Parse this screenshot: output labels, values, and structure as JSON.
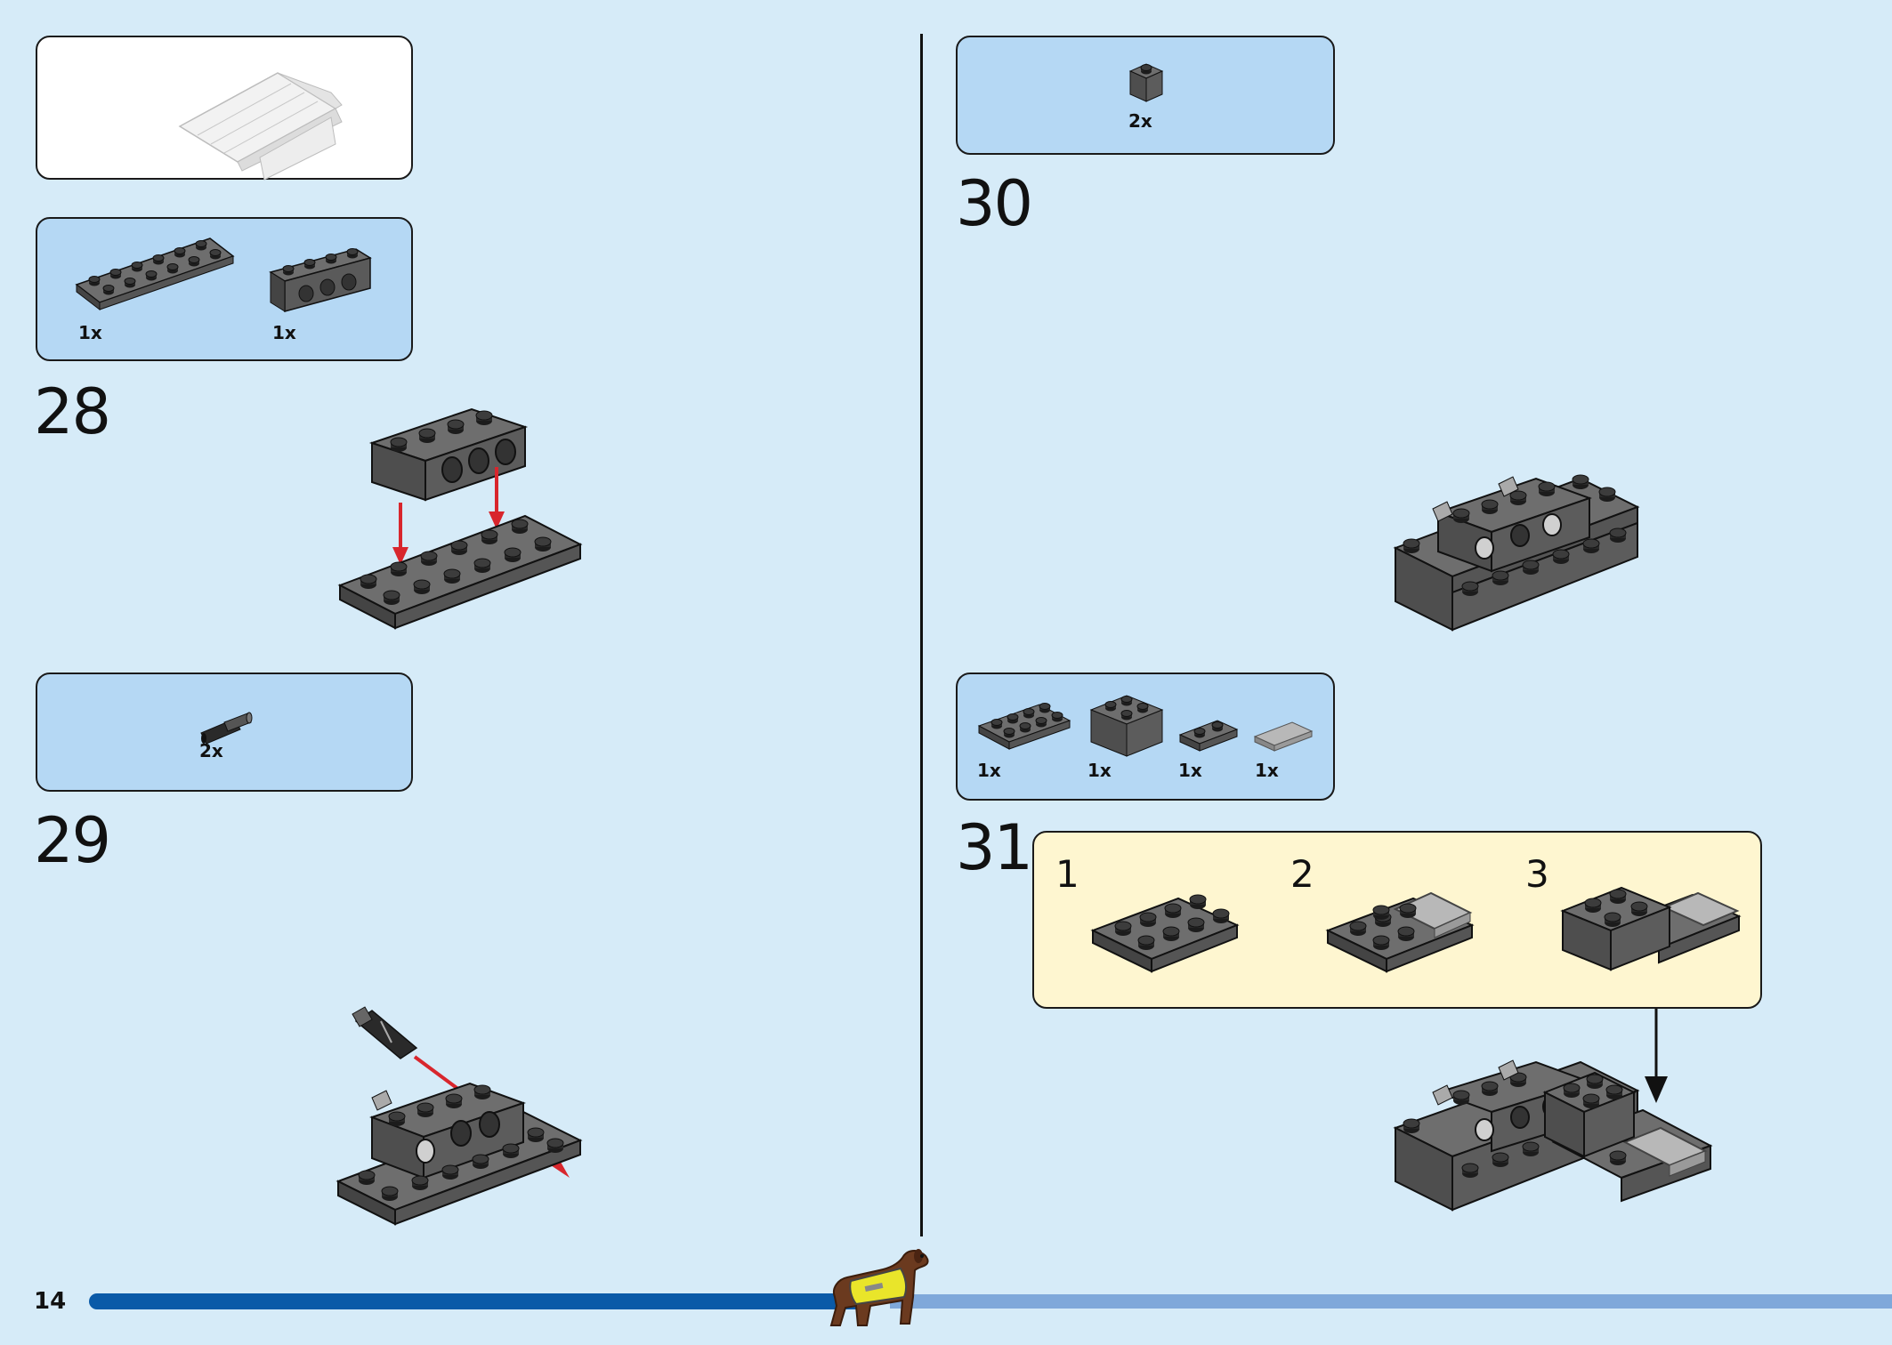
{
  "page": {
    "number": "14"
  },
  "steps": [
    {
      "number": "28",
      "parts": [
        {
          "qty": "1x",
          "part_icon": "plate-2x6-dark-gray"
        },
        {
          "qty": "1x",
          "part_icon": "technic-brick-1x4-dark-gray"
        }
      ]
    },
    {
      "number": "29",
      "parts": [
        {
          "qty": "2x",
          "part_icon": "technic-pin-black"
        }
      ]
    },
    {
      "number": "30",
      "parts": [
        {
          "qty": "2x",
          "part_icon": "brick-1x1-dark-gray"
        }
      ]
    },
    {
      "number": "31",
      "parts": [
        {
          "qty": "1x",
          "part_icon": "plate-2x4-dark-gray"
        },
        {
          "qty": "1x",
          "part_icon": "brick-2x2-dark-gray"
        },
        {
          "qty": "1x",
          "part_icon": "plate-1x2-dark-gray"
        },
        {
          "qty": "1x",
          "part_icon": "tile-1x2-light-gray"
        }
      ],
      "substeps": [
        "1",
        "2",
        "3"
      ]
    }
  ],
  "colors": {
    "background": "#d6ebf8",
    "parts_box": "#b5d8f4",
    "substep_box": "#fef6d0",
    "arrow_red": "#d8262d",
    "progress_done": "#0a5aa8",
    "progress_remaining": "#7fa8da"
  },
  "mascot_icon": "dog-with-yellow-vest-icon"
}
